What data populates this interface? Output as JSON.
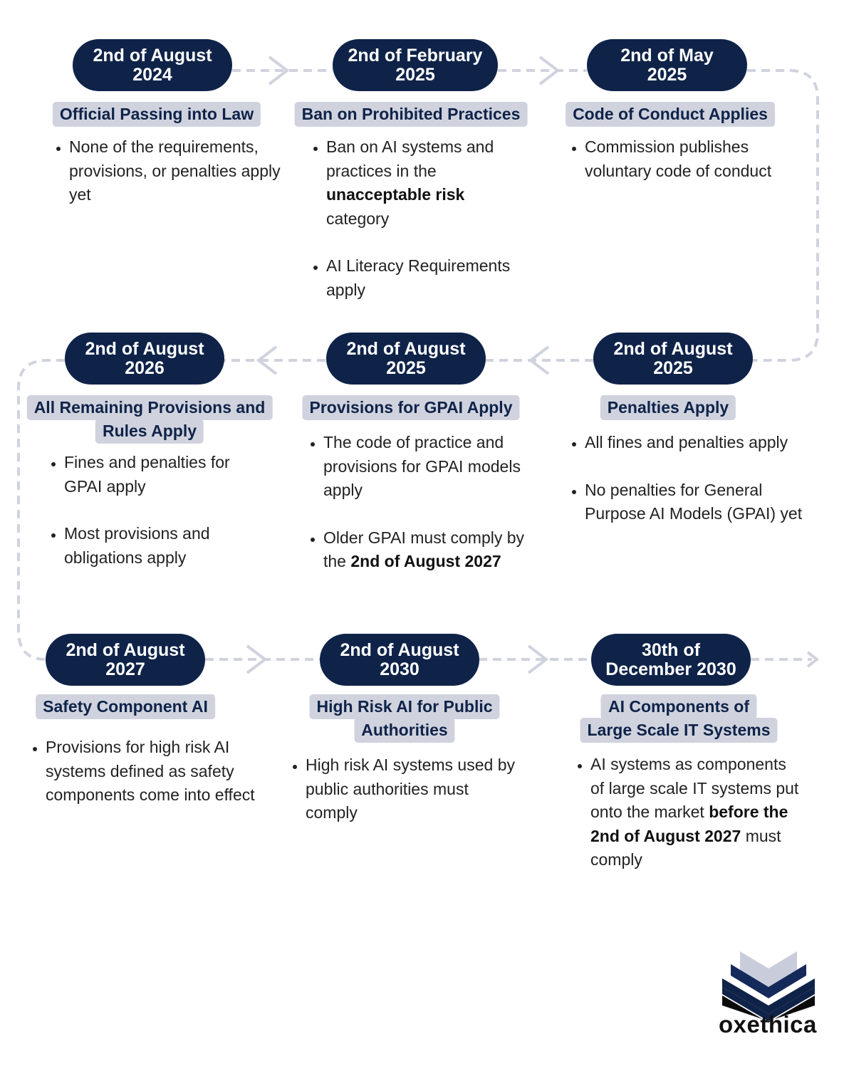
{
  "milestones": [
    {
      "date1": "2nd of August",
      "date2": "2024",
      "title1": "Official Passing into Law",
      "title2": "",
      "bullets": [
        "None of the requirements, provisions, or penalties apply yet"
      ]
    },
    {
      "date1": "2nd of February",
      "date2": "2025",
      "title1": "Ban on Prohibited Practices",
      "title2": "",
      "bullets": [
        "Ban on AI systems and practices in the",
        "unacceptable risk",
        "category",
        "AI Literacy Requirements apply"
      ]
    },
    {
      "date1": "2nd of May",
      "date2": "2025",
      "title1": "Code of Conduct Applies",
      "title2": "",
      "bullets": [
        "Commission publishes voluntary code of conduct"
      ]
    },
    {
      "date1": "2nd of August",
      "date2": "2025",
      "title1": "Penalties Apply",
      "title2": "",
      "bullets": [
        "All fines and penalties apply",
        "No penalties for General Purpose AI Models (GPAI) yet"
      ]
    },
    {
      "date1": "2nd of August",
      "date2": "2025",
      "title1": "Provisions for GPAI Apply",
      "title2": "",
      "bullets": [
        "The code of practice and provisions for GPAI models apply",
        "Older GPAI must comply by the",
        "2nd of August 2027"
      ]
    },
    {
      "date1": "2nd of August",
      "date2": "2026",
      "title1": "All Remaining Provisions and",
      "title2": "Rules Apply",
      "bullets": [
        "Fines and penalties for GPAI apply",
        "Most provisions and obligations apply"
      ]
    },
    {
      "date1": "2nd of August",
      "date2": "2027",
      "title1": "Safety Component AI",
      "title2": "",
      "bullets": [
        "Provisions for high risk AI systems defined as safety components come into effect"
      ]
    },
    {
      "date1": "2nd of August",
      "date2": "2030",
      "title1": "High Risk AI for Public",
      "title2": "Authorities",
      "bullets": [
        "High risk AI systems used by public authorities must comply"
      ]
    },
    {
      "date1": "30th of",
      "date2": "December 2030",
      "title1": "AI Components of",
      "title2": "Large Scale IT Systems",
      "bullets": [
        "AI systems as components of large scale IT systems put onto the market",
        "before the 2nd of August 2027",
        "must comply"
      ]
    }
  ],
  "logo": {
    "name": "oxethica"
  },
  "colors": {
    "navy": "#0f2349",
    "label_bg": "#d0d3de",
    "connector": "#d0d3de"
  },
  "icons": [
    "oxethica-logo-icon",
    "chevron-right-icon",
    "chevron-left-icon",
    "arrow-right-icon"
  ]
}
